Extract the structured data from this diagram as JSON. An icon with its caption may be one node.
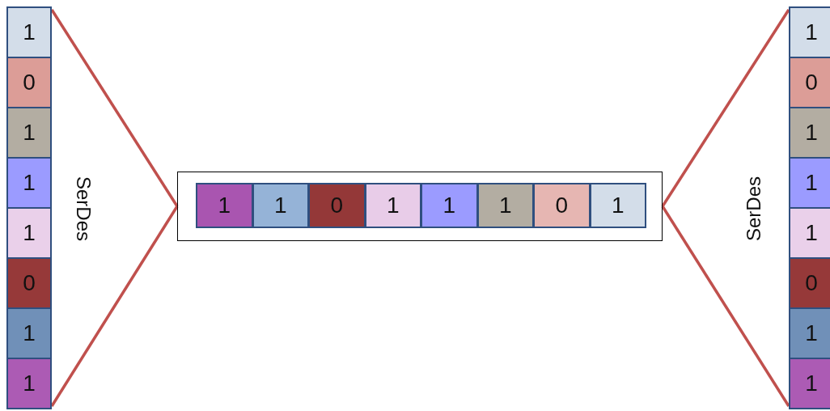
{
  "diagram": {
    "nodes": [
      {
        "text": [],
        "shape": "box"
      },
      {
        "text": [
          "1"
        ],
        "in": 0
      },
      {
        "text": [
          "0"
        ],
        "in": 0
      },
      {
        "text": [
          "1"
        ],
        "in": 0
      },
      {
        "text": [
          "1"
        ],
        "in": 0
      },
      {
        "text": [
          "1"
        ],
        "in": 0
      },
      {
        "text": [
          "0"
        ],
        "in": 0
      },
      {
        "text": [
          "1"
        ],
        "in": 0
      },
      {
        "text": [
          "1"
        ],
        "in": 0
      },
      {
        "text": [],
        "shape": "box"
      },
      {
        "text": [
          "1"
        ],
        "in": 9
      },
      {
        "text": [
          "1"
        ],
        "in": 9
      },
      {
        "text": [
          "0"
        ],
        "in": 9
      },
      {
        "text": [
          "1"
        ],
        "in": 9
      },
      {
        "text": [
          "1"
        ],
        "in": 9
      },
      {
        "text": [
          "1"
        ],
        "in": 9
      },
      {
        "text": [
          "0"
        ],
        "in": 9
      },
      {
        "text": [
          "1"
        ],
        "in": 9
      },
      {
        "text": [],
        "shape": "box"
      },
      {
        "text": [
          "1"
        ],
        "in": 18
      },
      {
        "text": [
          "0"
        ],
        "in": 18
      },
      {
        "text": [
          "1"
        ],
        "in": 18
      },
      {
        "text": [
          "1"
        ],
        "in": 18
      },
      {
        "text": [
          "1"
        ],
        "in": 18
      },
      {
        "text": [
          "0"
        ],
        "in": 18
      },
      {
        "text": [
          "1"
        ],
        "in": 18
      },
      {
        "text": [
          "1"
        ],
        "in": 18
      }
    ],
    "edges": [
      {
        "from": 0,
        "to": 9,
        "arrow": "none"
      },
      {
        "from": 0,
        "to": 9,
        "arrow": "none"
      },
      {
        "from": 9,
        "to": 18,
        "arrow": "none"
      },
      {
        "from": 9,
        "to": 18,
        "arrow": "none"
      }
    ],
    "labels": [
      "SerDes",
      "SerDes"
    ]
  }
}
